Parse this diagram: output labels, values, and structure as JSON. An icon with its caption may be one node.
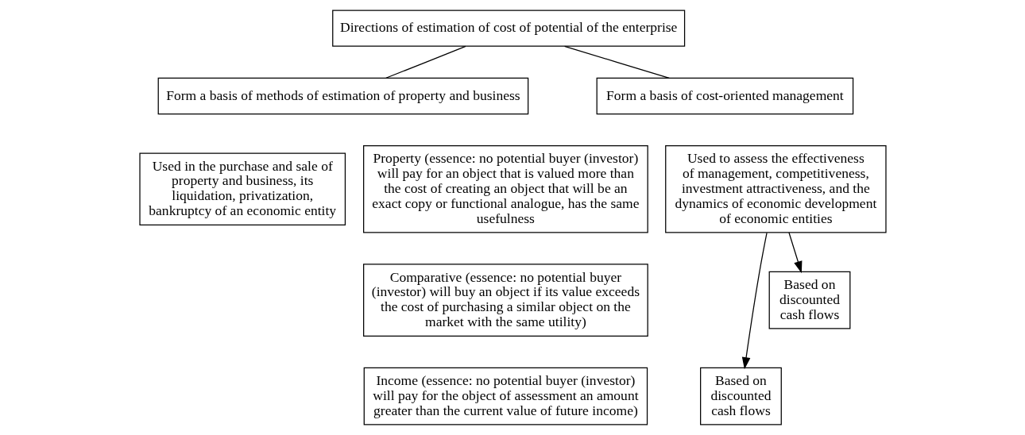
{
  "diagram": {
    "nodes": [
      {
        "text": [
          "Directions of estimation of cost of potential of the enterprise"
        ]
      },
      {
        "text": [
          "Form a basis of methods of estimation of property and business"
        ]
      },
      {
        "text": [
          "Form a basis of cost-oriented management"
        ]
      },
      {
        "text": [
          "Used in the purchase and sale of property and business, its liquidation, privatization, bankruptcy of an economic entity"
        ]
      },
      {
        "text": [
          "Property (essence: no potential buyer (investor) will pay for an object that is valued more than the cost of creating an object that will be an exact copy or functional analogue, has the same usefulness"
        ]
      },
      {
        "text": [
          "Comparative (essence: no potential buyer (investor) will buy an object if its value exceeds the cost of purchasing a similar object on the market with the same utility)"
        ]
      },
      {
        "text": [
          "Income (essence: no potential buyer (investor) will pay for the object of assessment an amount greater than the current value of future income)"
        ]
      },
      {
        "text": [
          "Used to assess the effectiveness of management, competitiveness, investment attractiveness, and the dynamics of economic development of economic entities"
        ]
      },
      {
        "text": [
          "Based on discounted cash flows"
        ]
      },
      {
        "text": [
          "Based on discounted cash flows"
        ]
      }
    ],
    "edges": [
      {
        "from": 0,
        "to": 1,
        "arrow": "none"
      },
      {
        "from": 0,
        "to": 2,
        "arrow": "none"
      },
      {
        "from": 7,
        "to": 8,
        "arrow": "to"
      },
      {
        "from": 7,
        "to": 9,
        "arrow": "to"
      }
    ]
  }
}
